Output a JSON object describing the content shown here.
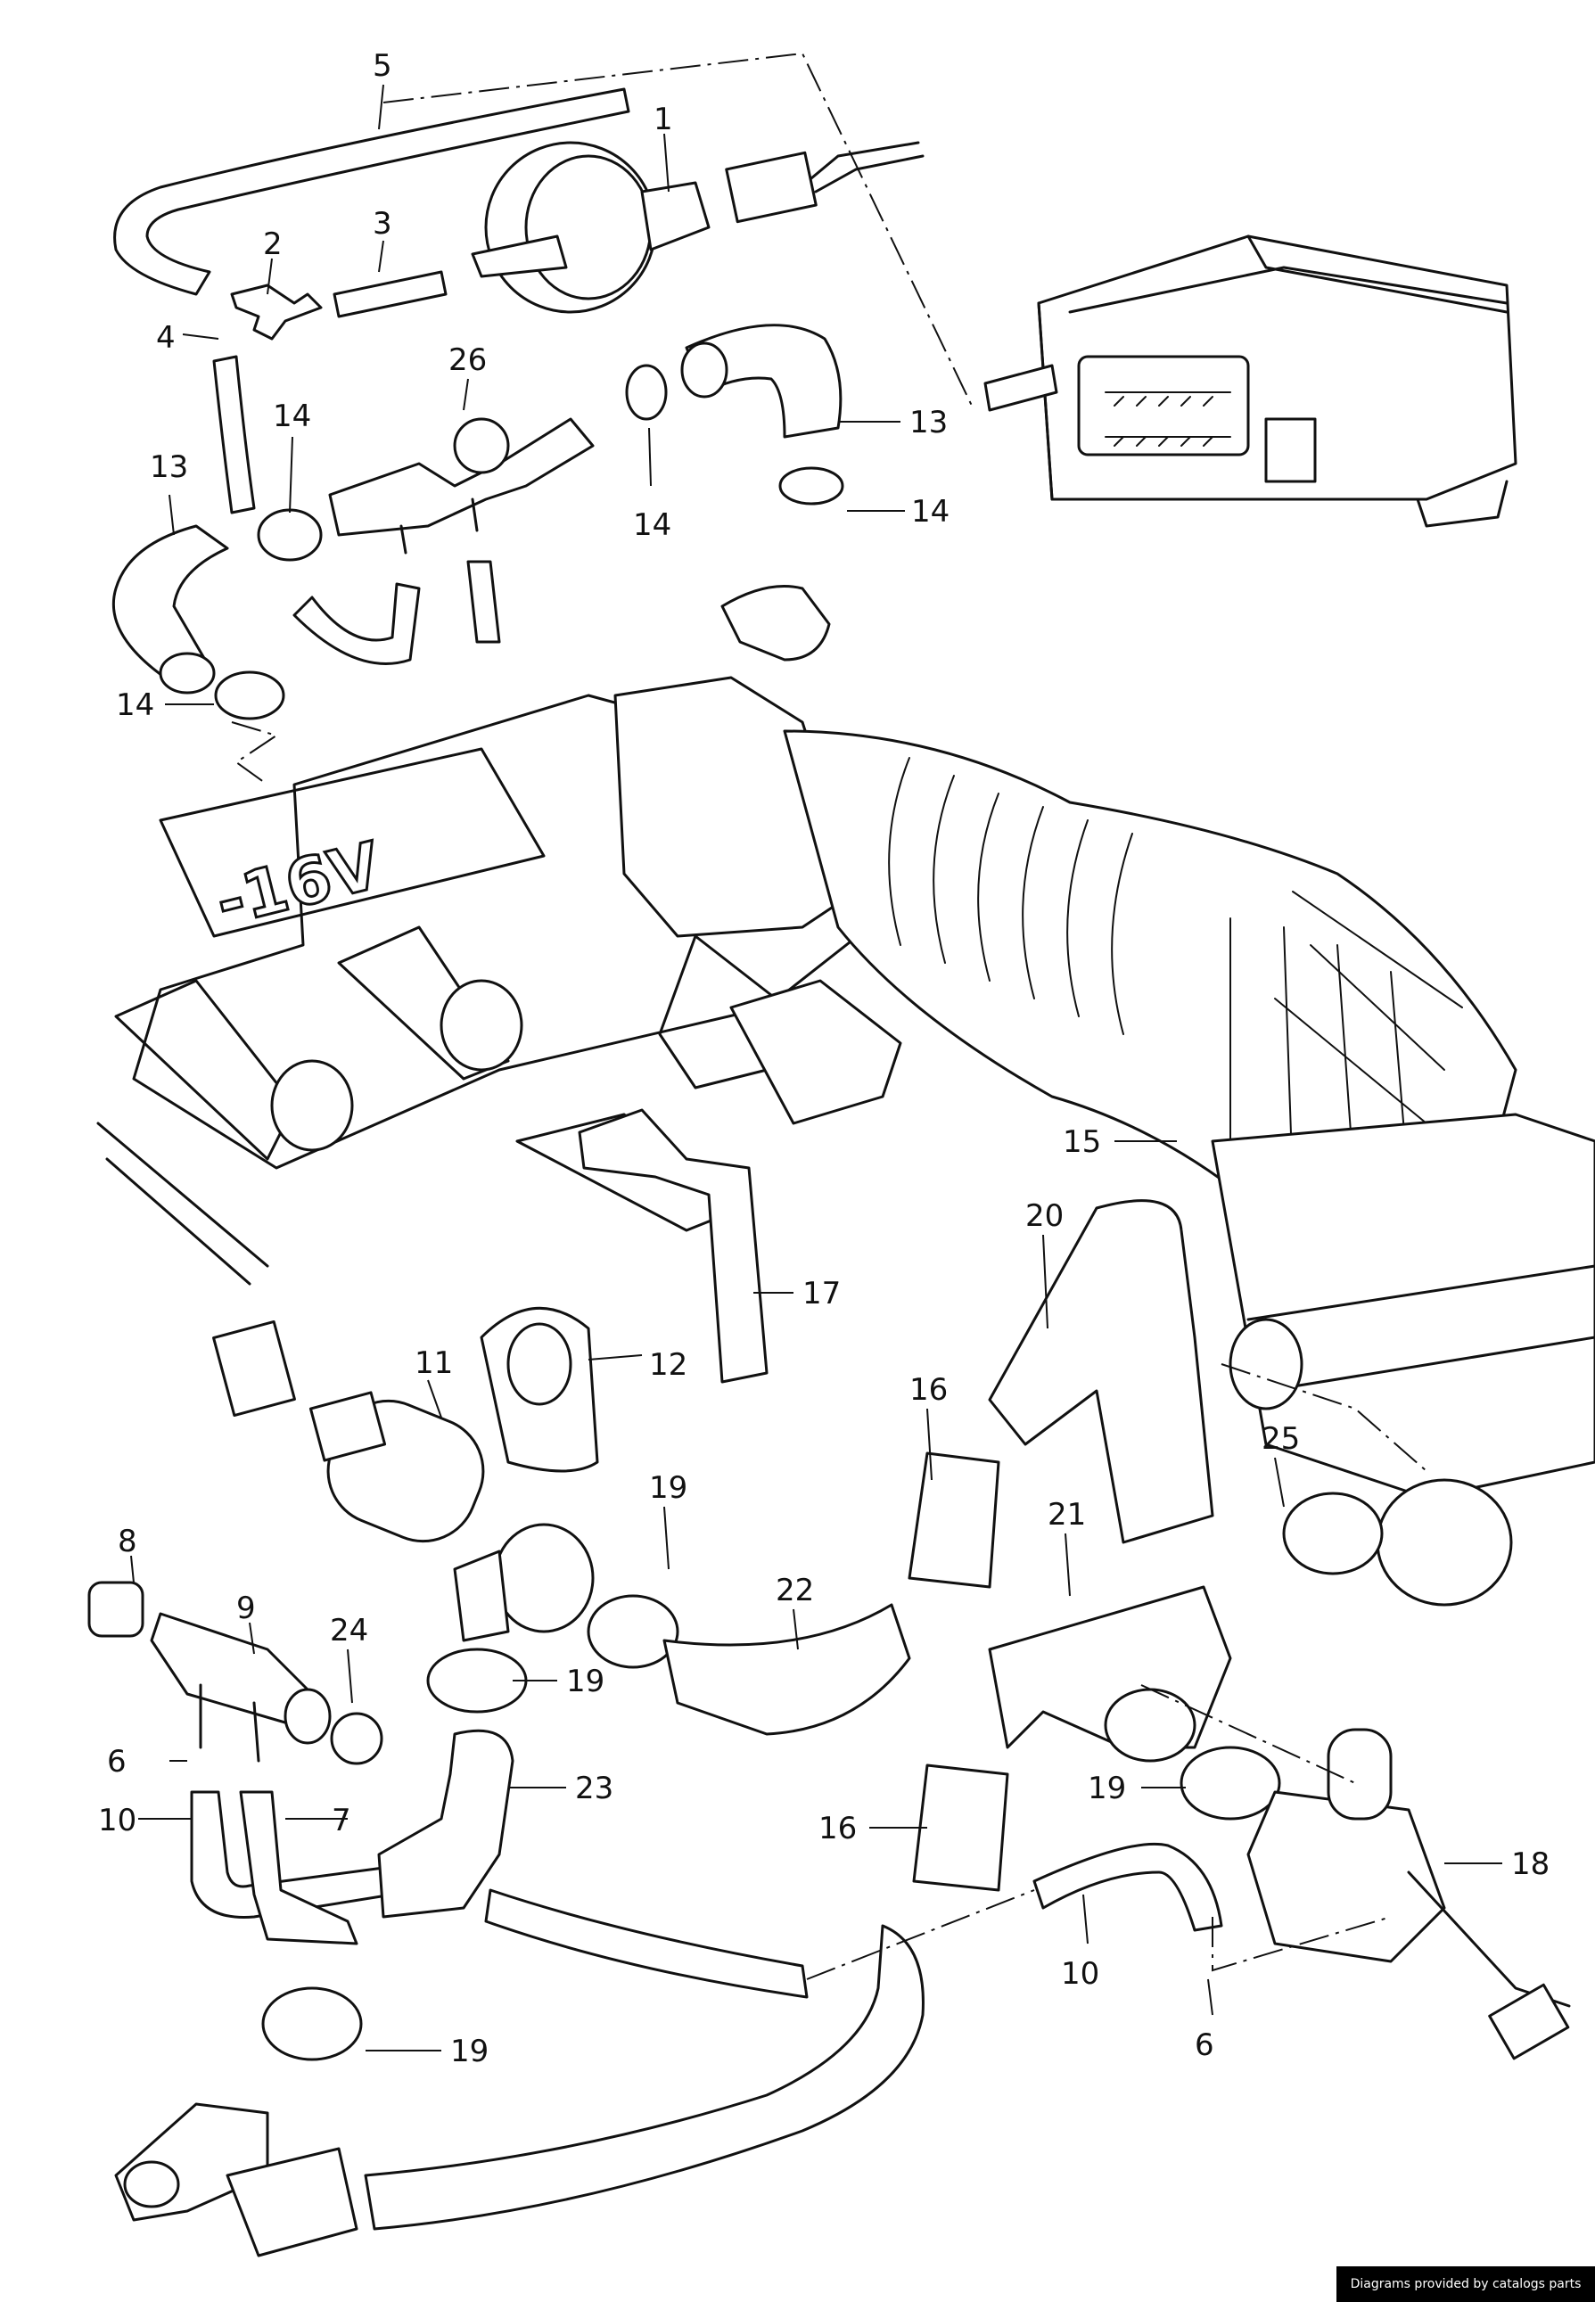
{
  "diagram": {
    "engine_badge": "-16V",
    "callouts": [
      {
        "id": "c1",
        "text": "1"
      },
      {
        "id": "c2",
        "text": "2"
      },
      {
        "id": "c3",
        "text": "3"
      },
      {
        "id": "c4",
        "text": "4"
      },
      {
        "id": "c5",
        "text": "5"
      },
      {
        "id": "c6a",
        "text": "6"
      },
      {
        "id": "c6b",
        "text": "6"
      },
      {
        "id": "c7",
        "text": "7"
      },
      {
        "id": "c8",
        "text": "8"
      },
      {
        "id": "c9",
        "text": "9"
      },
      {
        "id": "c10a",
        "text": "10"
      },
      {
        "id": "c10b",
        "text": "10"
      },
      {
        "id": "c11",
        "text": "11"
      },
      {
        "id": "c12",
        "text": "12"
      },
      {
        "id": "c13a",
        "text": "13"
      },
      {
        "id": "c13b",
        "text": "13"
      },
      {
        "id": "c14a",
        "text": "14"
      },
      {
        "id": "c14b",
        "text": "14"
      },
      {
        "id": "c14c",
        "text": "14"
      },
      {
        "id": "c14d",
        "text": "14"
      },
      {
        "id": "c15",
        "text": "15"
      },
      {
        "id": "c16a",
        "text": "16"
      },
      {
        "id": "c16b",
        "text": "16"
      },
      {
        "id": "c17",
        "text": "17"
      },
      {
        "id": "c18",
        "text": "18"
      },
      {
        "id": "c19a",
        "text": "19"
      },
      {
        "id": "c19b",
        "text": "19"
      },
      {
        "id": "c19c",
        "text": "19"
      },
      {
        "id": "c19d",
        "text": "19"
      },
      {
        "id": "c20",
        "text": "20"
      },
      {
        "id": "c21",
        "text": "21"
      },
      {
        "id": "c22",
        "text": "22"
      },
      {
        "id": "c23",
        "text": "23"
      },
      {
        "id": "c24",
        "text": "24"
      },
      {
        "id": "c25",
        "text": "25"
      },
      {
        "id": "c26",
        "text": "26"
      }
    ]
  },
  "credit": {
    "text": "Diagrams provided by catalogs parts"
  },
  "colors": {
    "line": "#111111",
    "background": "#ffffff",
    "credit_bg": "#000000",
    "credit_text": "#ffffff"
  }
}
